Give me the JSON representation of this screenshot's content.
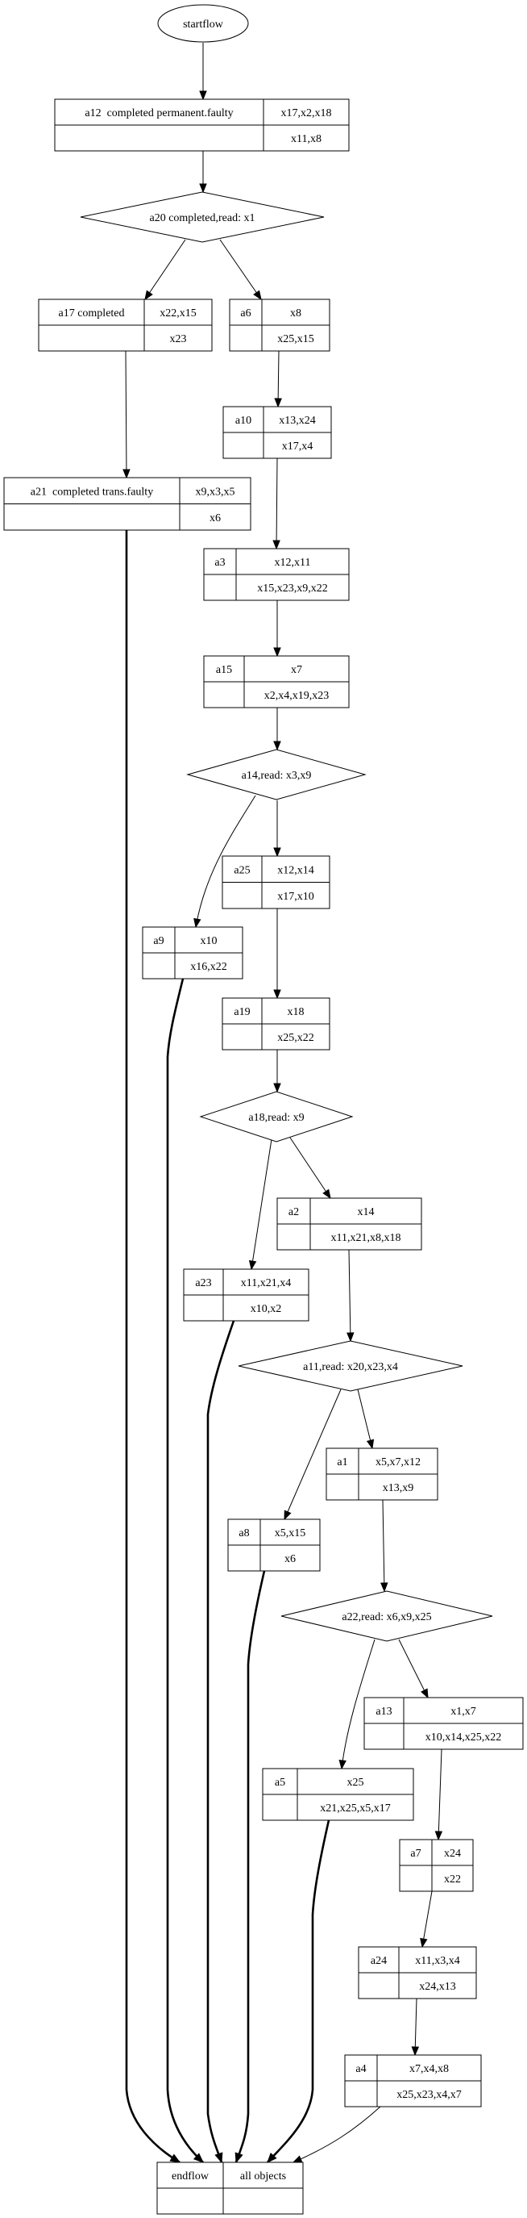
{
  "diagram": {
    "start": {
      "id": "startflow",
      "label": "startflow"
    },
    "decisions": [
      {
        "id": "a20",
        "label": "a20 completed,read: x1"
      },
      {
        "id": "a14",
        "label": "a14,read: x3,x9"
      },
      {
        "id": "a18",
        "label": "a18,read: x9"
      },
      {
        "id": "a11",
        "label": "a11,read: x20,x23,x4"
      },
      {
        "id": "a22",
        "label": "a22,read: x6,x9,x25"
      }
    ],
    "records": [
      {
        "id": "a12",
        "name": "a12  completed permanent.faulty",
        "top": "x17,x2,x18",
        "bottom": "x11,x8"
      },
      {
        "id": "a17",
        "name": "a17 completed",
        "top": "x22,x15",
        "bottom": "x23"
      },
      {
        "id": "a6",
        "name": "a6",
        "top": "x8",
        "bottom": "x25,x15"
      },
      {
        "id": "a10",
        "name": "a10",
        "top": "x13,x24",
        "bottom": "x17,x4"
      },
      {
        "id": "a21",
        "name": "a21  completed trans.faulty",
        "top": "x9,x3,x5",
        "bottom": "x6"
      },
      {
        "id": "a3",
        "name": "a3",
        "top": "x12,x11",
        "bottom": "x15,x23,x9,x22"
      },
      {
        "id": "a15",
        "name": "a15",
        "top": "x7",
        "bottom": "x2,x4,x19,x23"
      },
      {
        "id": "a25",
        "name": "a25",
        "top": "x12,x14",
        "bottom": "x17,x10"
      },
      {
        "id": "a9",
        "name": "a9",
        "top": "x10",
        "bottom": "x16,x22"
      },
      {
        "id": "a19",
        "name": "a19",
        "top": "x18",
        "bottom": "x25,x22"
      },
      {
        "id": "a2",
        "name": "a2",
        "top": "x14",
        "bottom": "x11,x21,x8,x18"
      },
      {
        "id": "a23",
        "name": "a23",
        "top": "x11,x21,x4",
        "bottom": "x10,x2"
      },
      {
        "id": "a1",
        "name": "a1",
        "top": "x5,x7,x12",
        "bottom": "x13,x9"
      },
      {
        "id": "a8",
        "name": "a8",
        "top": "x5,x15",
        "bottom": "x6"
      },
      {
        "id": "a13",
        "name": "a13",
        "top": "x1,x7",
        "bottom": "x10,x14,x25,x22"
      },
      {
        "id": "a5",
        "name": "a5",
        "top": "x25",
        "bottom": "x21,x25,x5,x17"
      },
      {
        "id": "a7",
        "name": "a7",
        "top": "x24",
        "bottom": "x22"
      },
      {
        "id": "a24",
        "name": "a24",
        "top": "x11,x3,x4",
        "bottom": "x24,x13"
      },
      {
        "id": "a4",
        "name": "a4",
        "top": "x7,x4,x8",
        "bottom": "x25,x23,x4,x7"
      },
      {
        "id": "endflow",
        "name": "endflow",
        "top": "all objects",
        "bottom": ""
      }
    ],
    "edges": [
      {
        "from": "startflow",
        "to": "a12",
        "bold": false
      },
      {
        "from": "a12",
        "to": "a20",
        "bold": false
      },
      {
        "from": "a20",
        "to": "a17",
        "bold": false
      },
      {
        "from": "a20",
        "to": "a6",
        "bold": false
      },
      {
        "from": "a17",
        "to": "a21",
        "bold": false
      },
      {
        "from": "a6",
        "to": "a10",
        "bold": false
      },
      {
        "from": "a10",
        "to": "a3",
        "bold": false
      },
      {
        "from": "a3",
        "to": "a15",
        "bold": false
      },
      {
        "from": "a15",
        "to": "a14",
        "bold": false
      },
      {
        "from": "a14",
        "to": "a9",
        "bold": false
      },
      {
        "from": "a14",
        "to": "a25",
        "bold": false
      },
      {
        "from": "a25",
        "to": "a19",
        "bold": false
      },
      {
        "from": "a19",
        "to": "a18",
        "bold": false
      },
      {
        "from": "a18",
        "to": "a23",
        "bold": false
      },
      {
        "from": "a18",
        "to": "a2",
        "bold": false
      },
      {
        "from": "a2",
        "to": "a11",
        "bold": false
      },
      {
        "from": "a11",
        "to": "a8",
        "bold": false
      },
      {
        "from": "a11",
        "to": "a1",
        "bold": false
      },
      {
        "from": "a1",
        "to": "a22",
        "bold": false
      },
      {
        "from": "a22",
        "to": "a5",
        "bold": false
      },
      {
        "from": "a22",
        "to": "a13",
        "bold": false
      },
      {
        "from": "a13",
        "to": "a7",
        "bold": false
      },
      {
        "from": "a7",
        "to": "a24",
        "bold": false
      },
      {
        "from": "a24",
        "to": "a4",
        "bold": false
      },
      {
        "from": "a4",
        "to": "endflow",
        "bold": false
      },
      {
        "from": "a21",
        "to": "endflow",
        "bold": true
      },
      {
        "from": "a9",
        "to": "endflow",
        "bold": true
      },
      {
        "from": "a23",
        "to": "endflow",
        "bold": true
      },
      {
        "from": "a8",
        "to": "endflow",
        "bold": true
      },
      {
        "from": "a5",
        "to": "endflow",
        "bold": true
      }
    ]
  }
}
